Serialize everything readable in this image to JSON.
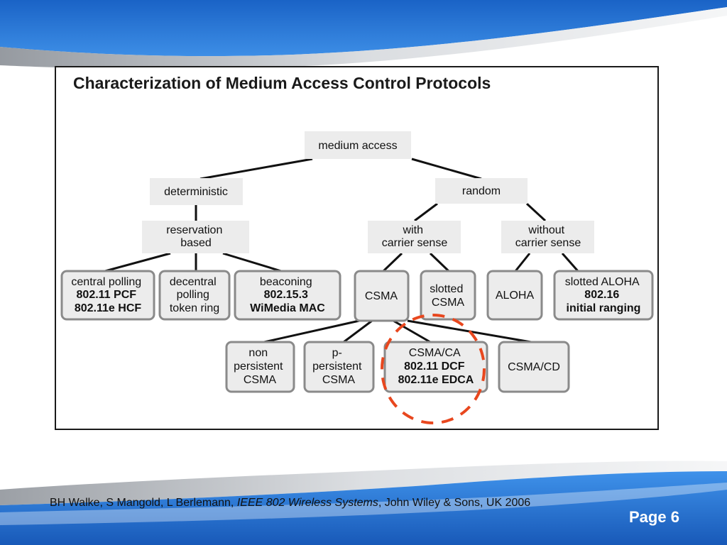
{
  "slide": {
    "title": "Characterization of Medium Access Control Protocols",
    "citation": {
      "authors": "BH Walke, S Mangold, L Berlemann, ",
      "book": "IEEE 802 Wireless Systems",
      "publisher": ", John Wiley & Sons, UK 2006"
    },
    "page_label": "Page 6",
    "colors": {
      "header_blue": "#1f6fd0",
      "node_fill": "#ececec",
      "leaf_border": "#8a8a8a",
      "highlight": "#e8471e"
    }
  },
  "diagram": {
    "nodes": {
      "medium_access": [
        "medium access"
      ],
      "deterministic": [
        "deterministic"
      ],
      "random": [
        "random"
      ],
      "reservation_based": [
        "reservation",
        "based"
      ],
      "with_cs": [
        "with",
        "carrier sense"
      ],
      "without_cs": [
        "without",
        "carrier sense"
      ],
      "central_polling": [
        "central polling",
        "802.11 PCF",
        "802.11e HCF"
      ],
      "decentral_polling": [
        "decentral",
        "polling",
        "token ring"
      ],
      "beaconing": [
        "beaconing",
        "802.15.3",
        "WiMedia MAC"
      ],
      "csma": [
        "CSMA"
      ],
      "slotted_csma": [
        "slotted",
        "CSMA"
      ],
      "aloha": [
        "ALOHA"
      ],
      "slotted_aloha": [
        "slotted ALOHA",
        "802.16",
        "initial ranging"
      ],
      "non_persistent": [
        "non",
        "persistent",
        "CSMA"
      ],
      "p_persistent": [
        "p-",
        "persistent",
        "CSMA"
      ],
      "csma_ca": [
        "CSMA/CA",
        "802.11 DCF",
        "802.11e EDCA"
      ],
      "csma_cd": [
        "CSMA/CD"
      ]
    }
  }
}
